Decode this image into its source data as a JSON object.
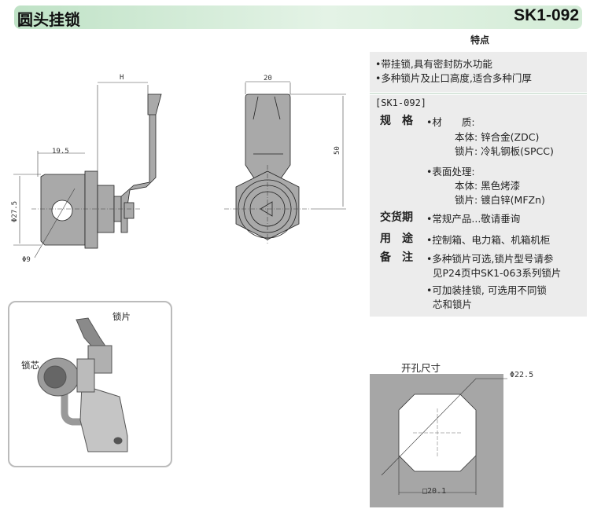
{
  "header": {
    "title": "圆头挂锁",
    "model": "SK1-092",
    "accent": "#c8e6cc"
  },
  "features": {
    "heading": "特点",
    "items": [
      "•带挂锁,具有密封防水功能",
      "•多种锁片及止口高度,适合多种门厚"
    ]
  },
  "spec": {
    "model_tag": "[SK1-092]",
    "spec_label": "规　格",
    "material_label": "•材　　质:",
    "body_material": "本体: 锌合金(ZDC)",
    "plate_material": "锁片: 冷轧钢板(SPCC)",
    "surface_label": "•表面处理:",
    "body_surface": "本体: 黑色烤漆",
    "plate_surface": "锁片: 镀白锌(MFZn)",
    "delivery_label": "交货期",
    "delivery": "•常规产品...敬请垂询",
    "usage_label": "用　途",
    "usage": "•控制箱、电力箱、机箱机柜",
    "note_label": "备　注",
    "note1a": "•多种锁片可选,锁片型号请参",
    "note1b": "见P24页中SK1-063系列锁片",
    "note2a": "•可加装挂锁, 可选用不同锁",
    "note2b": "芯和锁片"
  },
  "drawing": {
    "dim_h": "H",
    "dim_19_5": "19.5",
    "dim_27_5": "Φ27.5",
    "dim_9": "Φ9",
    "dim_20": "20",
    "dim_50": "50"
  },
  "photo": {
    "label_plate": "锁片",
    "label_core": "锁芯"
  },
  "cutout": {
    "title": "开孔尺寸",
    "dia": "Φ22.5",
    "square": "□20.1"
  }
}
